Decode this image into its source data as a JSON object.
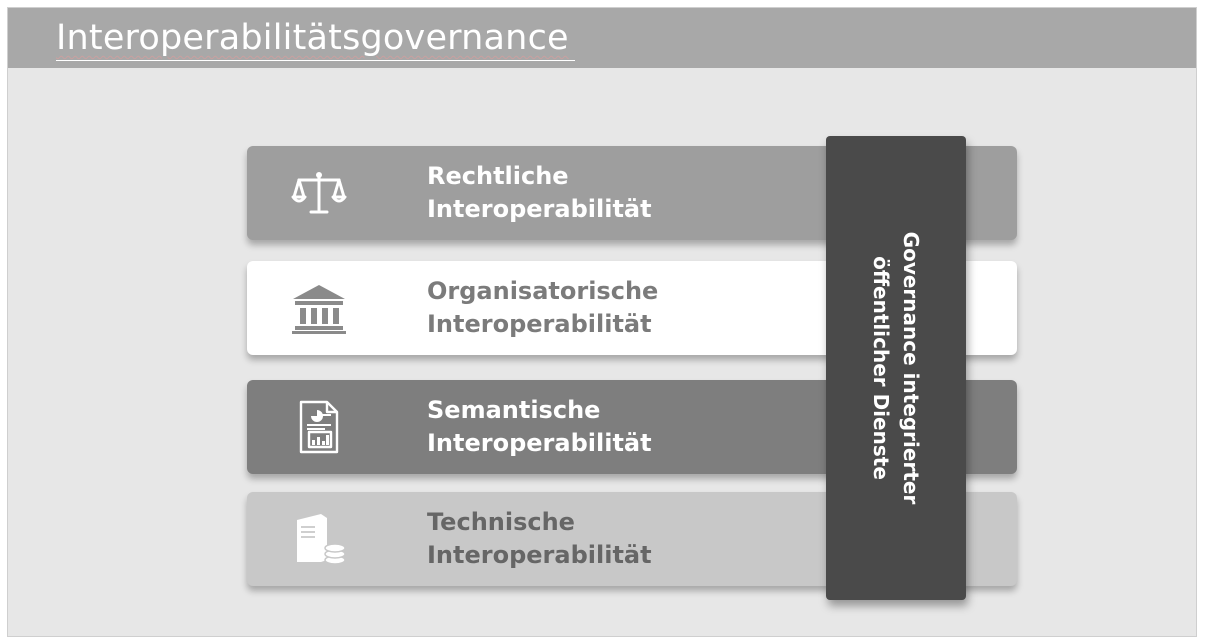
{
  "slide": {
    "title": "Interoperabilitätsgovernance"
  },
  "layers": [
    {
      "line1": "Rechtliche",
      "line2": "Interoperabilität",
      "icon": "scales-icon"
    },
    {
      "line1": "Organisatorische",
      "line2": "Interoperabilität",
      "icon": "institution-building-icon"
    },
    {
      "line1": "Semantische",
      "line2": "Interoperabilität",
      "icon": "report-document-icon"
    },
    {
      "line1": "Technische",
      "line2": "Interoperabilität",
      "icon": "server-database-icon"
    }
  ],
  "governance_bar": {
    "line1": "Governance integrierter",
    "line2": "öffentlicher Dienste"
  },
  "colors": {
    "title_band": "#a8a8a8",
    "background": "#e7e7e7",
    "legal_row": "#9e9e9e",
    "organisational_row": "#ffffff",
    "semantic_row": "#7e7e7e",
    "technical_row": "#c8c8c8",
    "governance_bar": "#4a4a4a"
  }
}
